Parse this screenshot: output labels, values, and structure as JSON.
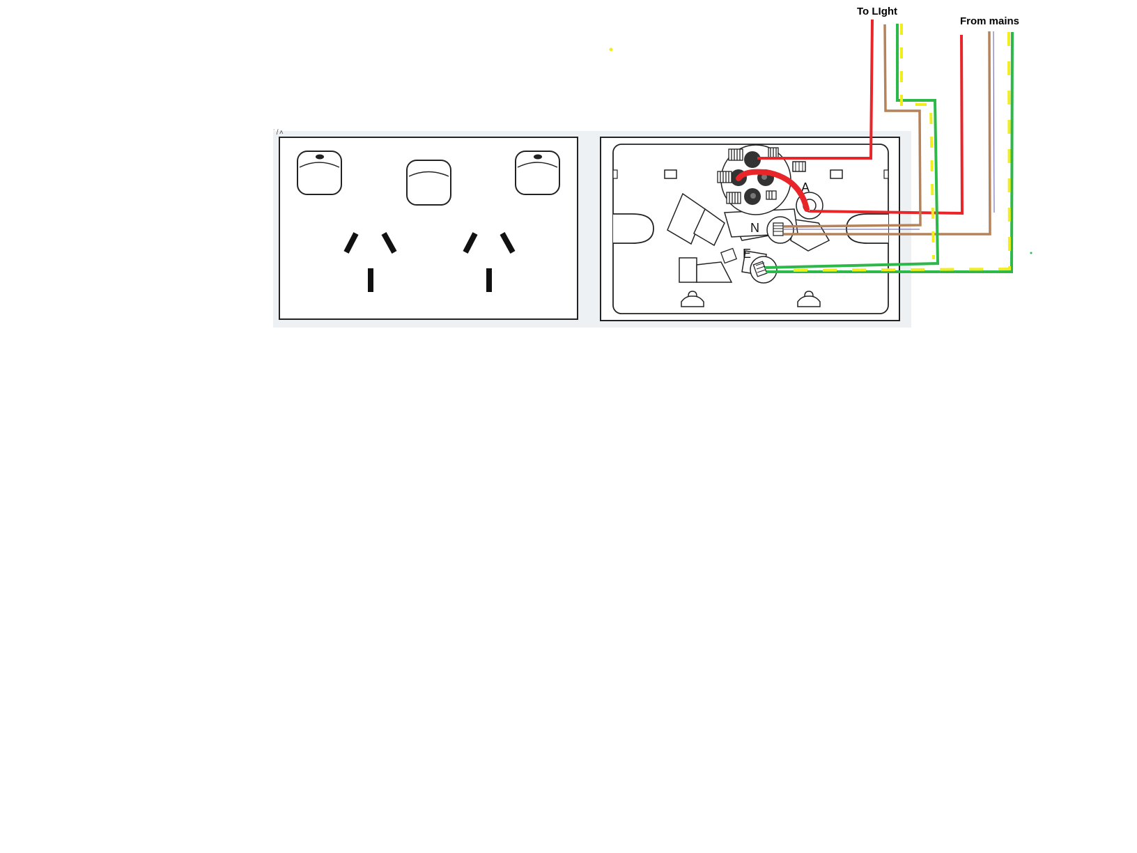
{
  "labels": {
    "to_light": "To LIght",
    "from_mains": "From mains",
    "terminal_active": "A",
    "terminal_neutral": "N",
    "terminal_earth": "E"
  },
  "colors": {
    "active": "#e8262a",
    "neutral": "#b5825a",
    "earth_green": "#2db84a",
    "earth_yellow": "#f2ee1c",
    "outline": "#222222",
    "panel_bg": "#eef1f4"
  }
}
